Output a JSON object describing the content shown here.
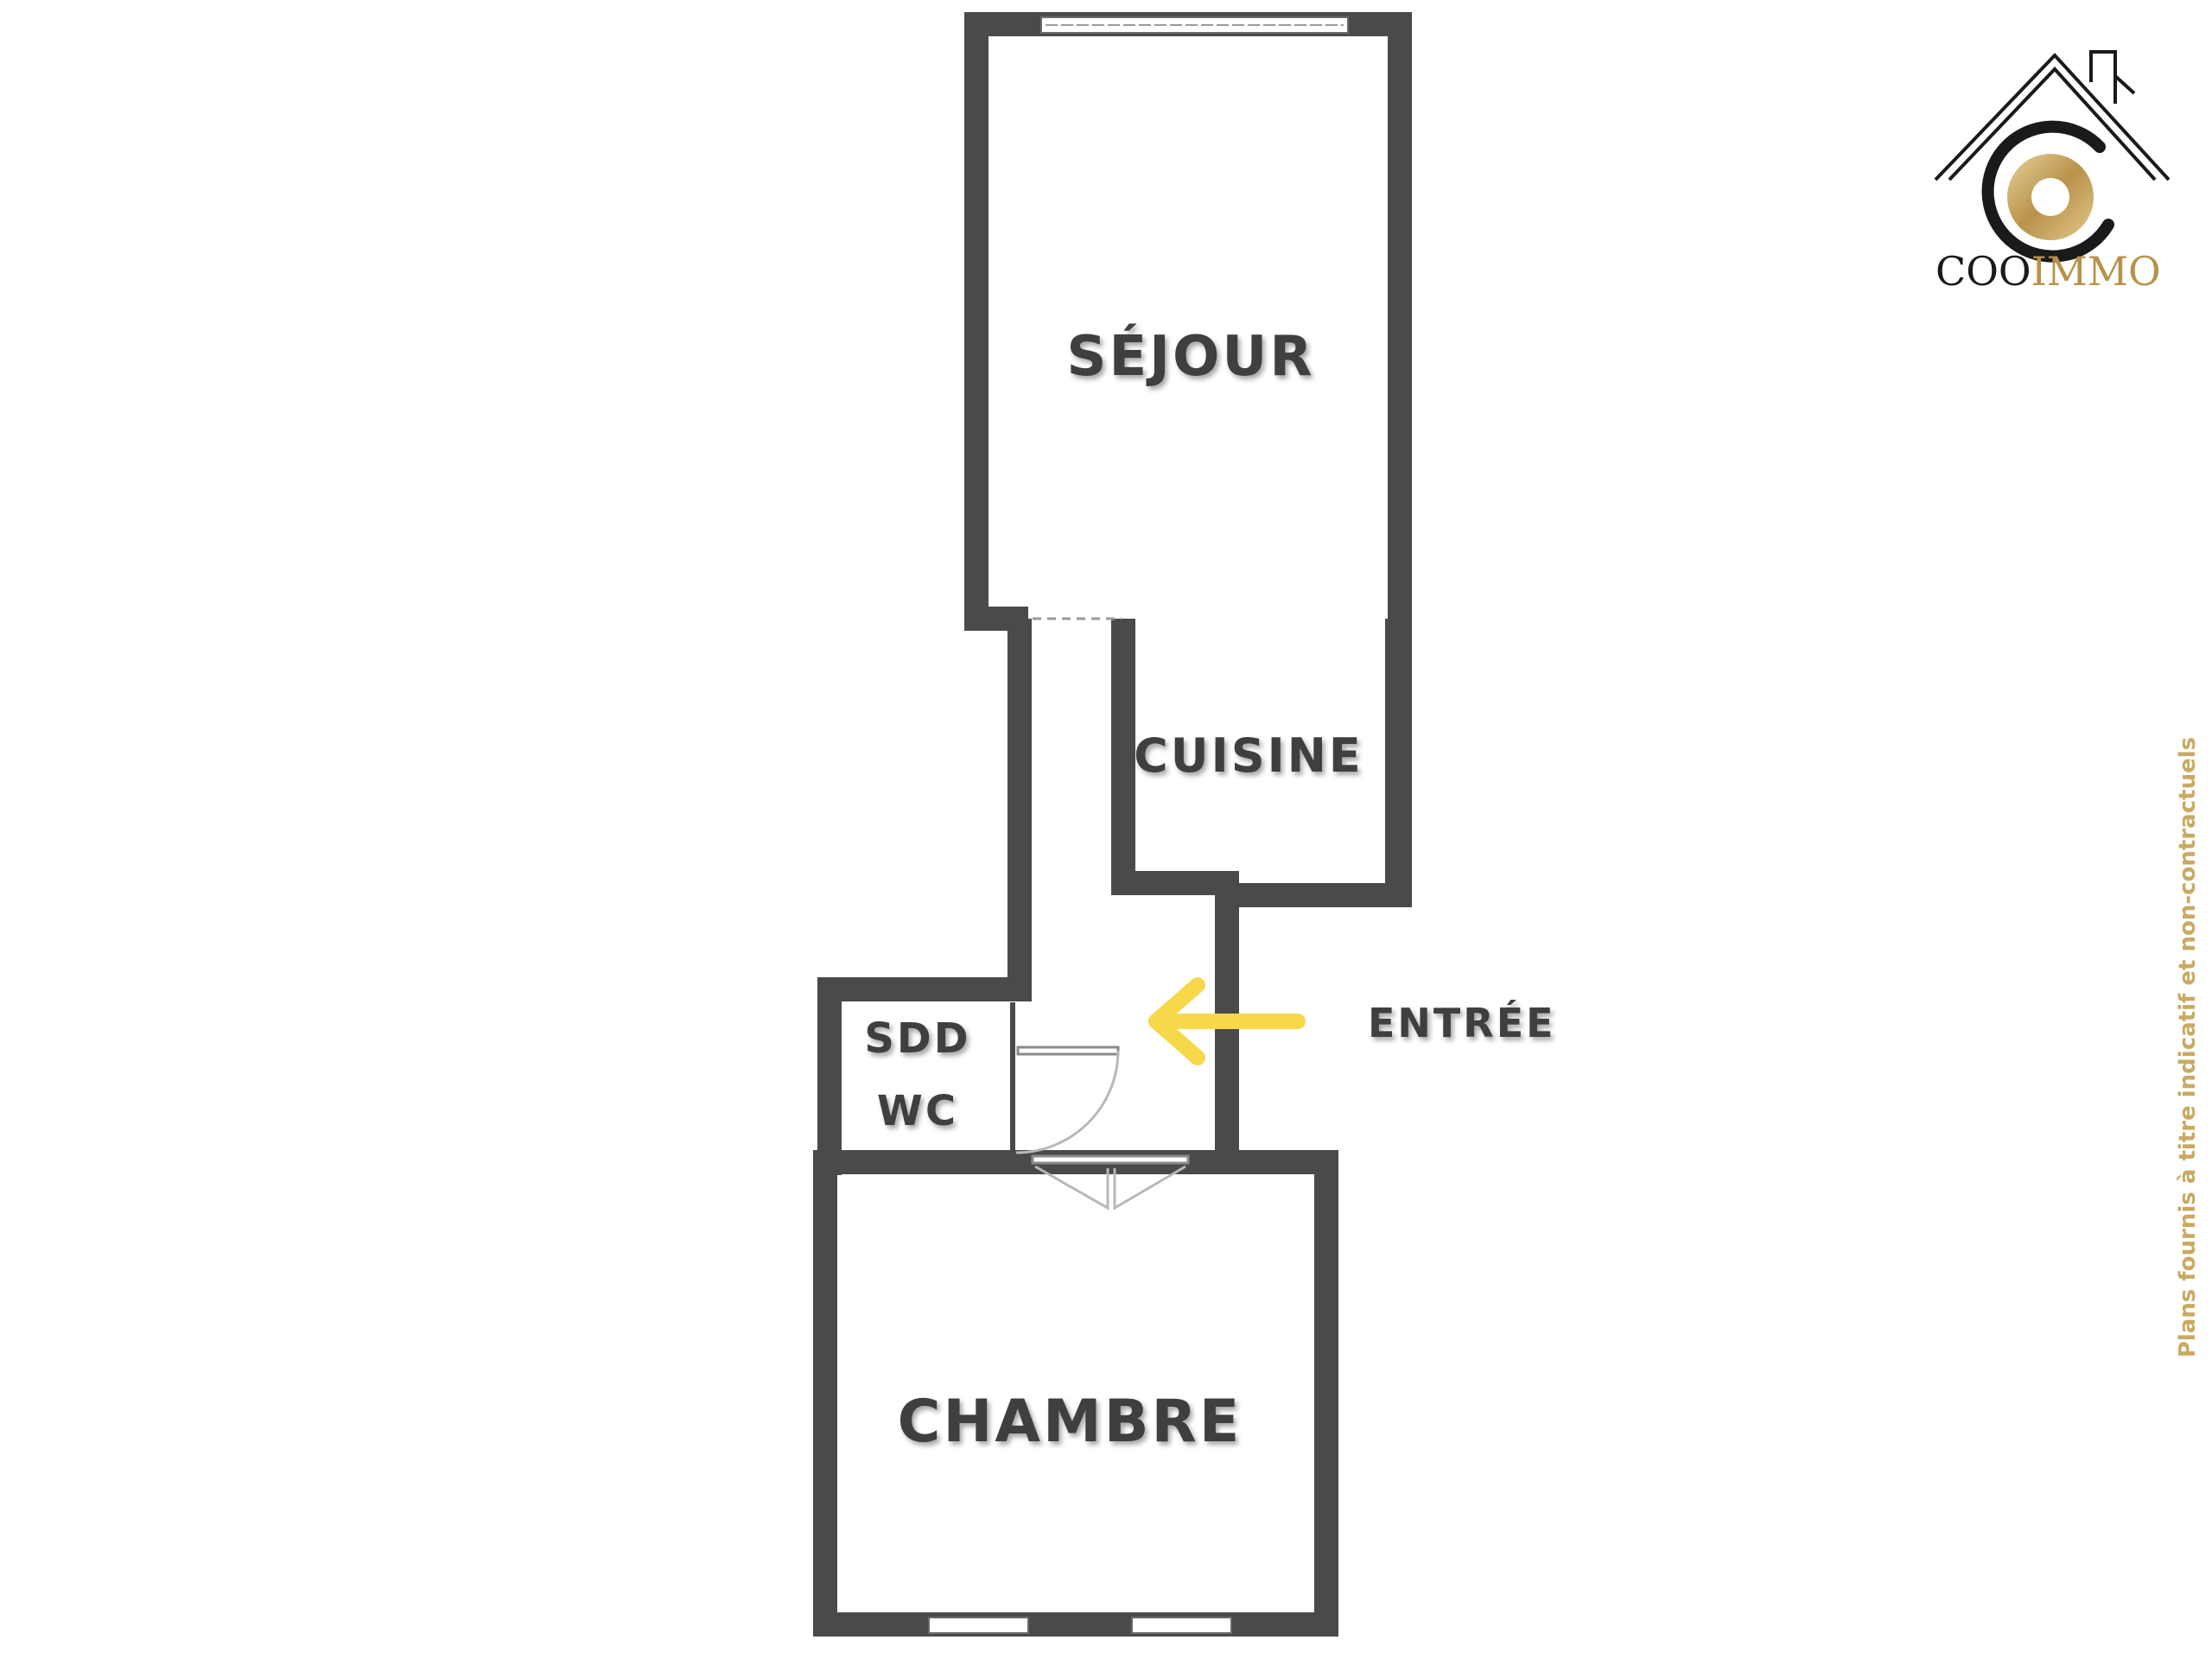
{
  "rooms": {
    "sejour": "SÉJOUR",
    "cuisine": "CUISINE",
    "sdd": "SDD",
    "wc": "WC",
    "chambre": "CHAMBRE"
  },
  "entree": {
    "label": "ENTRÉE",
    "arrow_color": "#f6d84a"
  },
  "brand": {
    "name_part1": "COO",
    "name_part2": "IMMO",
    "dark_color": "#1a1a1a",
    "gold_color": "#c9a55a"
  },
  "disclaimer": "Plans fournis à titre indicatif et non-contractuels",
  "colors": {
    "wall": "#4a4a4a",
    "room_fill": "#ffffff",
    "background": "#ffffff"
  },
  "icons": [
    "house-roof-icon",
    "gold-ring-icon",
    "entrance-arrow-icon"
  ]
}
